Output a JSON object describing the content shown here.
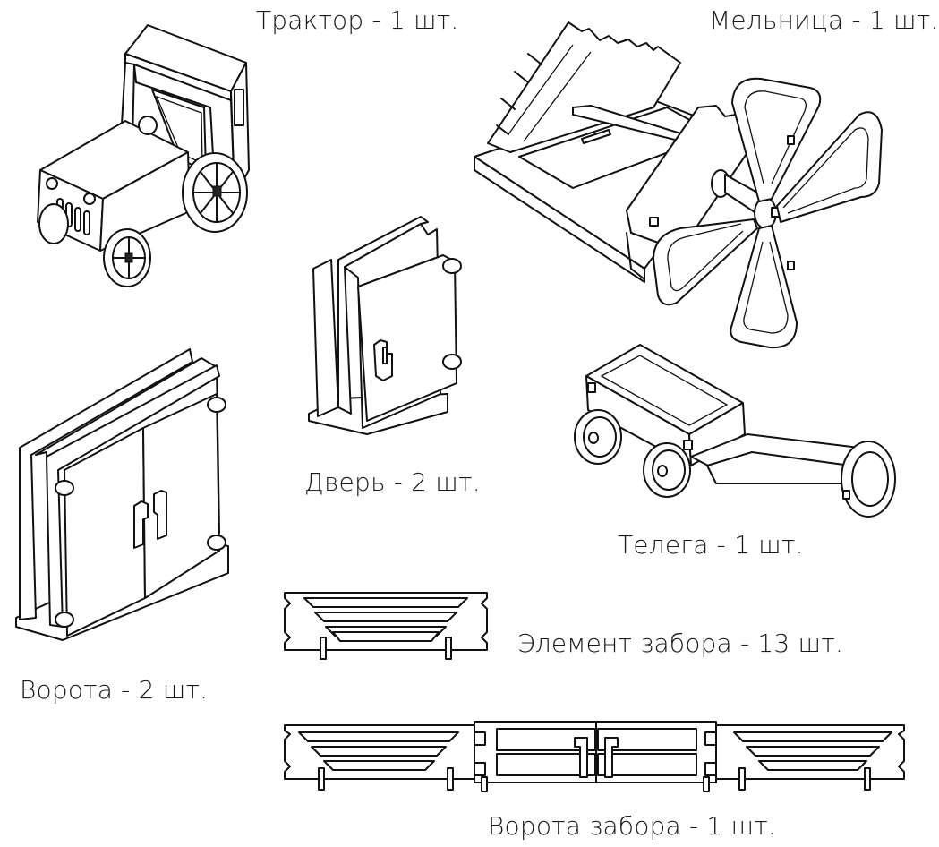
{
  "labels": {
    "tractor": "Трактор - 1 шт.",
    "mill": "Мельница - 1 шт.",
    "door": "Дверь - 2 шт.",
    "cart": "Телега - 1 шт.",
    "fence_element": "Элемент забора - 13 шт.",
    "gates": "Ворота - 2 шт.",
    "fence_gates": "Ворота забора - 1 шт."
  }
}
